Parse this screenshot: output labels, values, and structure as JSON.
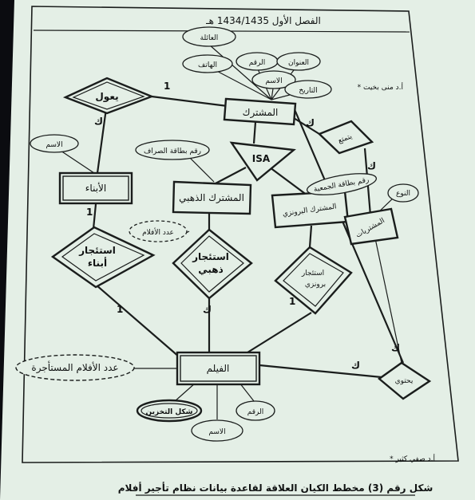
{
  "header": {
    "title": "الفصل الأول 1434/1435 هـ",
    "corner_note": "* أ.د منى بخيت"
  },
  "caption": "شكل رقم (3) مخطط الكيان العلاقة لقاعدة بيانات نظام تأجير أفلام",
  "footer_note": "* أ.د صفي كثير",
  "entities": {
    "subscriber": "المشترك",
    "children": "الأبناء",
    "gold": "المشترك الذهبي",
    "bronze": "المشترك البرونزي",
    "film": "الفيلم",
    "discounts": "المشتريات"
  },
  "relationships": {
    "supports": "يعول",
    "child_rental": "استئجار أبناء",
    "gold_rental": "استئجار ذهبي",
    "bronze_rental": "استئجار برونزي",
    "enjoys": "يتمتع",
    "contains": "يحتوي"
  },
  "isa": "ISA",
  "attributes": {
    "family": "العائلة",
    "phone": "الهاتف",
    "number": "الرقم",
    "address": "العنوان",
    "name": "الاسم",
    "date": "التاريخ",
    "child_name": "الاسم",
    "card_number": "رقم بطاقة الصراف",
    "films_count": "عدد الأفلام",
    "bronze_attr": "رقم بطاقة الجمعية",
    "discount_attr": "النوع",
    "rented_count": "عدد الأفلام المستأجرة",
    "storage": "شكل التخزين",
    "film_number": "الرقم",
    "film_name": "الاسم"
  },
  "cardinalities": {
    "supports_sub": "1",
    "supports_child": "ك",
    "child_rental_top": "1",
    "child_rental_bottom": "1",
    "gold_rental_bottom": "ك",
    "bronze_rental_bottom": "1",
    "enjoys_sub": "ك",
    "enjoys_disc": "ك",
    "contains_top": "ك",
    "contains_film": "ك"
  },
  "colors": {
    "paper": "#e4efe6",
    "ink": "#1a1d1c",
    "background": "#0b0c10"
  }
}
